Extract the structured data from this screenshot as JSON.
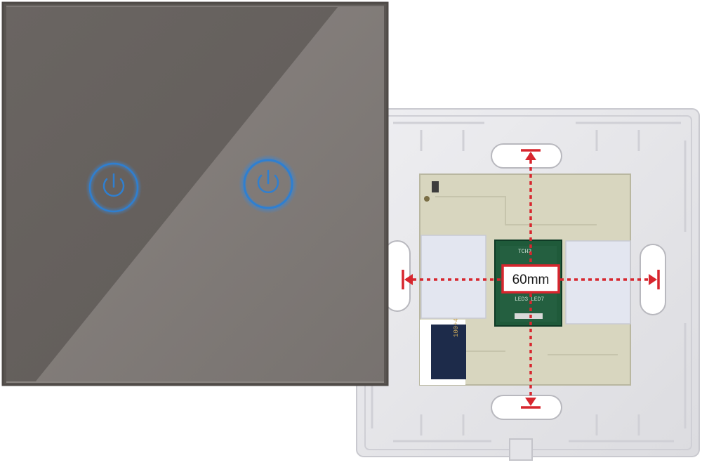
{
  "photo": {
    "subject": "two-gang glass touch light switch with back mounting plate",
    "front_panel": {
      "color": "#6f6a67",
      "buttons": [
        {
          "icon": "power-icon",
          "glow": "#2f7fd0"
        },
        {
          "icon": "power-icon",
          "glow": "#2f7fd0"
        }
      ]
    },
    "back_plate": {
      "plate_color": "#e9e9ec",
      "pcb_color": "#d8d6bf",
      "module_color": "#1f5a3a",
      "module_text": [
        "TCH3",
        "LED3",
        "LED7"
      ]
    },
    "dimension": {
      "label": "60mm",
      "color": "#d7262e"
    }
  }
}
